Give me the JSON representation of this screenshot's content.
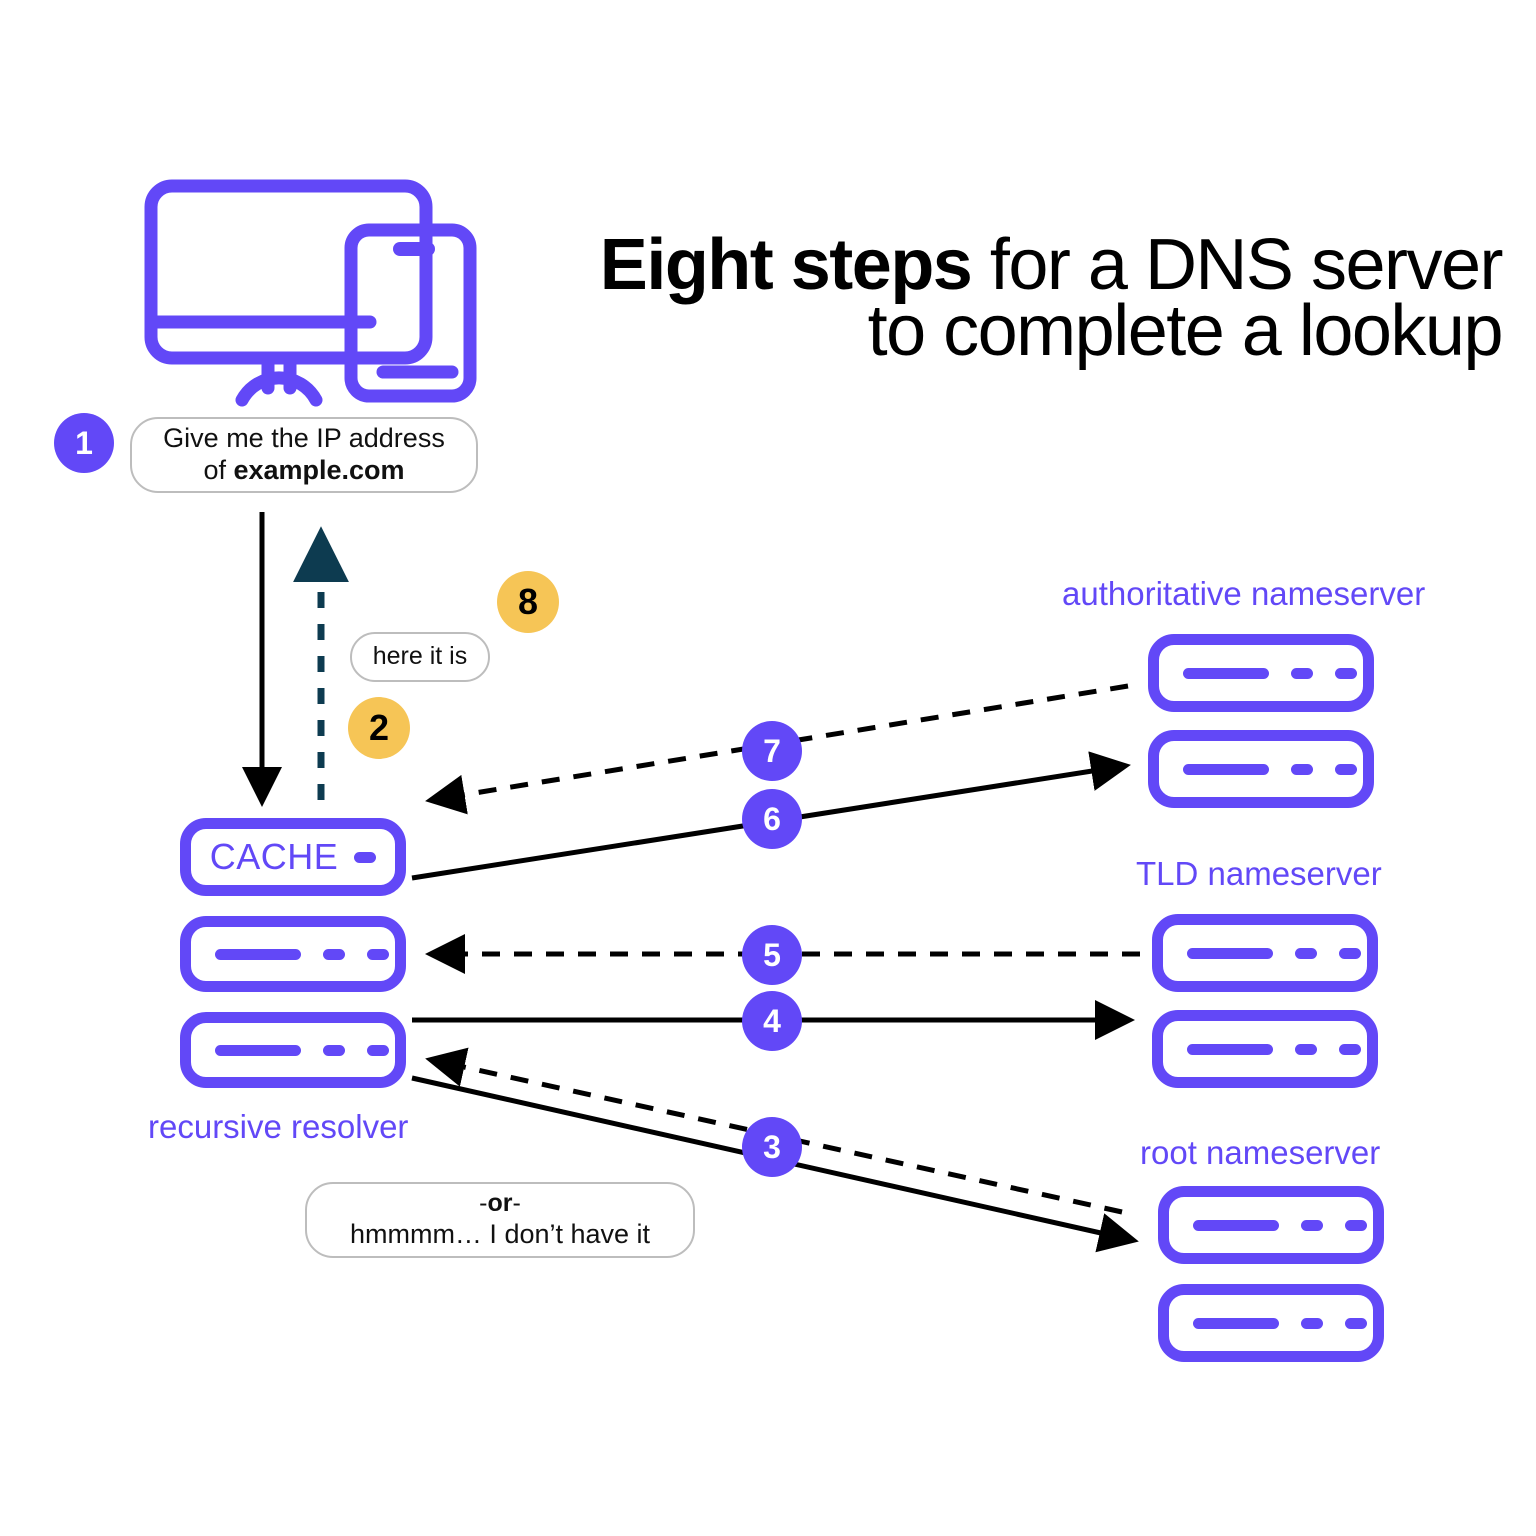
{
  "title": {
    "strong": "Eight steps",
    "rest": " for a DNS server",
    "line2": "to complete a lookup"
  },
  "colors": {
    "purple": "#6248f7",
    "amber": "#f6c556",
    "arrow_dark": "#000000",
    "arrow_teal": "#0d3b50",
    "bubble_border": "#bdbdbd",
    "background": "#ffffff"
  },
  "bubbles": {
    "query": {
      "line1": "Give me the IP address",
      "line2_prefix": "of ",
      "line2_strong": "example.com"
    },
    "here_it_is": "here it is",
    "no_cache": {
      "or_prefix": "-",
      "or_strong": "or",
      "or_suffix": "-",
      "line2": "hmmmm… I don’t have it"
    }
  },
  "badges": [
    {
      "id": "1",
      "label": "1",
      "style": "purple"
    },
    {
      "id": "2",
      "label": "2",
      "style": "amber"
    },
    {
      "id": "3",
      "label": "3",
      "style": "purple"
    },
    {
      "id": "4",
      "label": "4",
      "style": "purple"
    },
    {
      "id": "5",
      "label": "5",
      "style": "purple"
    },
    {
      "id": "6",
      "label": "6",
      "style": "purple"
    },
    {
      "id": "7",
      "label": "7",
      "style": "purple"
    },
    {
      "id": "8",
      "label": "8",
      "style": "amber"
    }
  ],
  "nodes": {
    "client": {
      "icon": "monitor-and-phone-icon"
    },
    "cache": {
      "label": "CACHE"
    },
    "recursive_resolver": {
      "label": "recursive resolver"
    },
    "authoritative_nameserver": {
      "label": "authoritative nameserver"
    },
    "tld_nameserver": {
      "label": "TLD nameserver"
    },
    "root_nameserver": {
      "label": "root nameserver"
    }
  },
  "flow": {
    "steps": [
      {
        "number": "1",
        "from": "client",
        "to": "recursive resolver",
        "style": "solid",
        "text": "Give me the IP address of example.com"
      },
      {
        "number": "2",
        "from": "recursive resolver",
        "to": "cache",
        "style": "bubble",
        "text": "here it is -or- hmmmm… I don’t have it"
      },
      {
        "number": "3",
        "from": "recursive resolver",
        "to": "root nameserver",
        "style": "solid"
      },
      {
        "number": "4",
        "from": "recursive resolver",
        "to": "TLD nameserver",
        "style": "solid"
      },
      {
        "number": "5",
        "from": "TLD nameserver",
        "to": "recursive resolver",
        "style": "dashed"
      },
      {
        "number": "6",
        "from": "recursive resolver",
        "to": "authoritative nameserver",
        "style": "solid"
      },
      {
        "number": "7",
        "from": "authoritative nameserver",
        "to": "recursive resolver",
        "style": "dashed"
      },
      {
        "number": "8",
        "from": "recursive resolver",
        "to": "client",
        "style": "dashed",
        "text": "here it is"
      }
    ]
  }
}
